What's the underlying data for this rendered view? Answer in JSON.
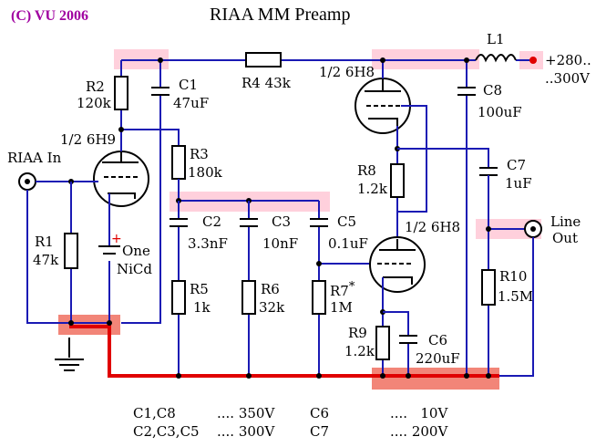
{
  "header": {
    "copyright": "(C) VU 2006",
    "title": "RIAA MM Preamp"
  },
  "components": {
    "r1": {
      "ref": "R1",
      "value": "47k"
    },
    "r2": {
      "ref": "R2",
      "value": "120k"
    },
    "r3": {
      "ref": "R3",
      "value": "180k"
    },
    "r4": {
      "ref": "R4",
      "value": "43k"
    },
    "r5": {
      "ref": "R5",
      "value": "1k"
    },
    "r6": {
      "ref": "R6",
      "value": "32k"
    },
    "r7": {
      "ref": "R7",
      "star": "*",
      "value": "1M"
    },
    "r8": {
      "ref": "R8",
      "value": "1.2k"
    },
    "r9": {
      "ref": "R9",
      "value": "1.2k"
    },
    "r10": {
      "ref": "R10",
      "value": "1.5M"
    },
    "c1": {
      "ref": "C1",
      "value": "47uF"
    },
    "c2": {
      "ref": "C2",
      "value": "3.3nF"
    },
    "c3": {
      "ref": "C3",
      "value": "10nF"
    },
    "c5": {
      "ref": "C5",
      "value": "0.1uF"
    },
    "c6": {
      "ref": "C6",
      "value": "220uF"
    },
    "c7": {
      "ref": "C7",
      "value": "1uF"
    },
    "c8": {
      "ref": "C8",
      "value": "100uF"
    },
    "l1": {
      "ref": "L1"
    },
    "tube1": {
      "label": "1/2  6H9"
    },
    "tube2": {
      "label": "1/2  6H8"
    },
    "tube3": {
      "label": "1/2  6H8"
    },
    "battery": {
      "plus": "+",
      "line1": "One",
      "line2": "NiCd"
    }
  },
  "io": {
    "input": "RIAA In",
    "output_line1": "Line",
    "output_line2": "Out",
    "supply_line1": "+280..",
    "supply_line2": "..300V"
  },
  "ratings": [
    {
      "parts": "C1,C8",
      "voltage": ".... 350V"
    },
    {
      "parts": "C2,C3,C5",
      "voltage": ".... 300V"
    },
    {
      "parts": "C6",
      "voltage": "....   10V"
    },
    {
      "parts": "C7",
      "voltage": ".... 200V"
    }
  ],
  "colors": {
    "wire": "#1a1ab4",
    "highlight": "#ffd0dc",
    "ground_highlight": "#f07060",
    "ground_wire": "#e00000",
    "copyright": "#a000a0"
  }
}
